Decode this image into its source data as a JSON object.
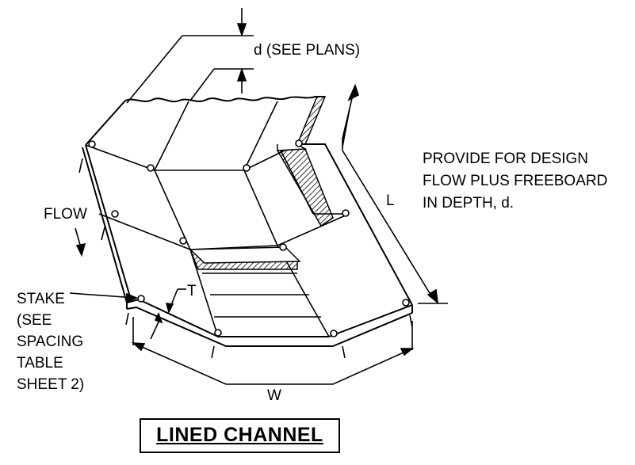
{
  "labels": {
    "depth": "d (SEE PLANS)",
    "design_note": [
      "PROVIDE FOR DESIGN",
      "FLOW PLUS FREEBOARD",
      "IN DEPTH, d."
    ],
    "length": "L",
    "flow": "FLOW",
    "stake": [
      "STAKE",
      "(SEE",
      "SPACING",
      "TABLE",
      "SHEET 2)"
    ],
    "thickness": "T",
    "width": "W"
  },
  "title": "LINED CHANNEL"
}
